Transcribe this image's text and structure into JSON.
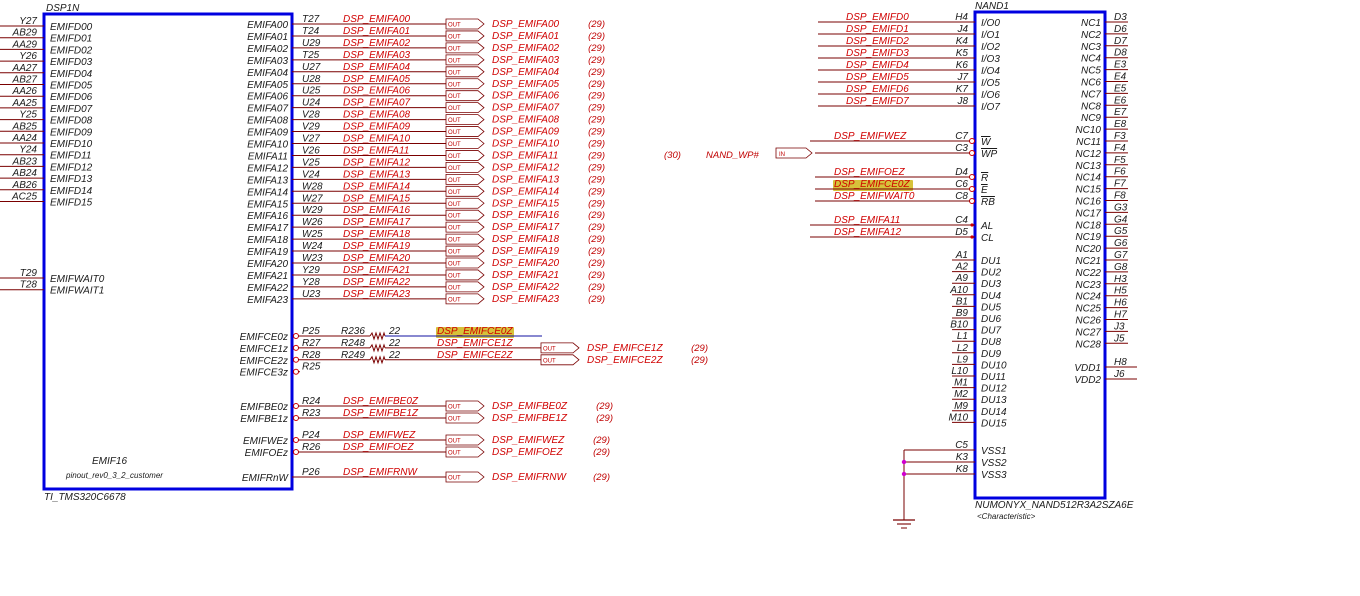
{
  "dsp": {
    "refdes": "DSP1N",
    "part": "TI_TMS320C6678",
    "subname": "EMIF16",
    "pinout": "pinout_rev0_3_2_customer",
    "left_pins": [
      {
        "num": "Y27",
        "name": "EMIFD00"
      },
      {
        "num": "AB29",
        "name": "EMIFD01"
      },
      {
        "num": "AA29",
        "name": "EMIFD02"
      },
      {
        "num": "Y26",
        "name": "EMIFD03"
      },
      {
        "num": "AA27",
        "name": "EMIFD04"
      },
      {
        "num": "AB27",
        "name": "EMIFD05"
      },
      {
        "num": "AA26",
        "name": "EMIFD06"
      },
      {
        "num": "AA25",
        "name": "EMIFD07"
      },
      {
        "num": "Y25",
        "name": "EMIFD08"
      },
      {
        "num": "AB25",
        "name": "EMIFD09"
      },
      {
        "num": "AA24",
        "name": "EMIFD10"
      },
      {
        "num": "Y24",
        "name": "EMIFD11"
      },
      {
        "num": "AB23",
        "name": "EMIFD12"
      },
      {
        "num": "AB24",
        "name": "EMIFD13"
      },
      {
        "num": "AB26",
        "name": "EMIFD14"
      },
      {
        "num": "AC25",
        "name": "EMIFD15"
      }
    ],
    "wait_pins": [
      {
        "num": "T29",
        "name": "EMIFWAIT0"
      },
      {
        "num": "T28",
        "name": "EMIFWAIT1"
      }
    ],
    "addr_pins": [
      {
        "num": "T27",
        "name": "EMIFA00",
        "net": "DSP_EMIFA00",
        "out": "DSP_EMIFA00",
        "page": "(29)"
      },
      {
        "num": "T24",
        "name": "EMIFA01",
        "net": "DSP_EMIFA01",
        "out": "DSP_EMIFA01",
        "page": "(29)"
      },
      {
        "num": "U29",
        "name": "EMIFA02",
        "net": "DSP_EMIFA02",
        "out": "DSP_EMIFA02",
        "page": "(29)"
      },
      {
        "num": "T25",
        "name": "EMIFA03",
        "net": "DSP_EMIFA03",
        "out": "DSP_EMIFA03",
        "page": "(29)"
      },
      {
        "num": "U27",
        "name": "EMIFA04",
        "net": "DSP_EMIFA04",
        "out": "DSP_EMIFA04",
        "page": "(29)"
      },
      {
        "num": "U28",
        "name": "EMIFA05",
        "net": "DSP_EMIFA05",
        "out": "DSP_EMIFA05",
        "page": "(29)"
      },
      {
        "num": "U25",
        "name": "EMIFA06",
        "net": "DSP_EMIFA06",
        "out": "DSP_EMIFA06",
        "page": "(29)"
      },
      {
        "num": "U24",
        "name": "EMIFA07",
        "net": "DSP_EMIFA07",
        "out": "DSP_EMIFA07",
        "page": "(29)"
      },
      {
        "num": "V28",
        "name": "EMIFA08",
        "net": "DSP_EMIFA08",
        "out": "DSP_EMIFA08",
        "page": "(29)"
      },
      {
        "num": "V29",
        "name": "EMIFA09",
        "net": "DSP_EMIFA09",
        "out": "DSP_EMIFA09",
        "page": "(29)"
      },
      {
        "num": "V27",
        "name": "EMIFA10",
        "net": "DSP_EMIFA10",
        "out": "DSP_EMIFA10",
        "page": "(29)"
      },
      {
        "num": "V26",
        "name": "EMIFA11",
        "net": "DSP_EMIFA11",
        "out": "DSP_EMIFA11",
        "page": "(29)"
      },
      {
        "num": "V25",
        "name": "EMIFA12",
        "net": "DSP_EMIFA12",
        "out": "DSP_EMIFA12",
        "page": "(29)"
      },
      {
        "num": "V24",
        "name": "EMIFA13",
        "net": "DSP_EMIFA13",
        "out": "DSP_EMIFA13",
        "page": "(29)"
      },
      {
        "num": "W28",
        "name": "EMIFA14",
        "net": "DSP_EMIFA14",
        "out": "DSP_EMIFA14",
        "page": "(29)"
      },
      {
        "num": "W27",
        "name": "EMIFA15",
        "net": "DSP_EMIFA15",
        "out": "DSP_EMIFA15",
        "page": "(29)"
      },
      {
        "num": "W29",
        "name": "EMIFA16",
        "net": "DSP_EMIFA16",
        "out": "DSP_EMIFA16",
        "page": "(29)"
      },
      {
        "num": "W26",
        "name": "EMIFA17",
        "net": "DSP_EMIFA17",
        "out": "DSP_EMIFA17",
        "page": "(29)"
      },
      {
        "num": "W25",
        "name": "EMIFA18",
        "net": "DSP_EMIFA18",
        "out": "DSP_EMIFA18",
        "page": "(29)"
      },
      {
        "num": "W24",
        "name": "EMIFA19",
        "net": "DSP_EMIFA19",
        "out": "DSP_EMIFA19",
        "page": "(29)"
      },
      {
        "num": "W23",
        "name": "EMIFA20",
        "net": "DSP_EMIFA20",
        "out": "DSP_EMIFA20",
        "page": "(29)"
      },
      {
        "num": "Y29",
        "name": "EMIFA21",
        "net": "DSP_EMIFA21",
        "out": "DSP_EMIFA21",
        "page": "(29)"
      },
      {
        "num": "Y28",
        "name": "EMIFA22",
        "net": "DSP_EMIFA22",
        "out": "DSP_EMIFA22",
        "page": "(29)"
      },
      {
        "num": "U23",
        "name": "EMIFA23",
        "net": "DSP_EMIFA23",
        "out": "DSP_EMIFA23",
        "page": "(29)"
      }
    ],
    "ce_pins": [
      {
        "num": "P25",
        "name": "EMIFCE0z",
        "res": "R236",
        "val": "22",
        "net": "DSP_EMIFCE0Z",
        "out": "",
        "page": "",
        "highlight": true
      },
      {
        "num": "R27",
        "name": "EMIFCE1z",
        "res": "R248",
        "val": "22",
        "net": "DSP_EMIFCE1Z",
        "out": "DSP_EMIFCE1Z",
        "page": "(29)",
        "highlight": false
      },
      {
        "num": "R28",
        "name": "EMIFCE2z",
        "res": "R249",
        "val": "22",
        "net": "DSP_EMIFCE2Z",
        "out": "DSP_EMIFCE2Z",
        "page": "(29)",
        "highlight": false
      },
      {
        "num": "R25",
        "name": "EMIFCE3z",
        "res": "",
        "val": "",
        "net": "",
        "out": "",
        "page": "",
        "highlight": false
      }
    ],
    "be_pins": [
      {
        "num": "R24",
        "name": "EMIFBE0z",
        "net": "DSP_EMIFBE0Z",
        "out": "DSP_EMIFBE0Z",
        "page": "(29)"
      },
      {
        "num": "R23",
        "name": "EMIFBE1z",
        "net": "DSP_EMIFBE1Z",
        "out": "DSP_EMIFBE1Z",
        "page": "(29)"
      }
    ],
    "ctl_pins": [
      {
        "num": "P24",
        "name": "EMIFWEz",
        "net": "DSP_EMIFWEZ",
        "out": "DSP_EMIFWEZ",
        "page": "(29)"
      },
      {
        "num": "R26",
        "name": "EMIFOEz",
        "net": "DSP_EMIFOEZ",
        "out": "DSP_EMIFOEZ",
        "page": "(29)"
      }
    ],
    "rnw_pin": {
      "num": "P26",
      "name": "EMIFRnW",
      "net": "DSP_EMIFRNW",
      "out": "DSP_EMIFRNW",
      "page": "(29)"
    }
  },
  "buffer_label": "OUT",
  "in_label": "IN",
  "nand": {
    "refdes": "NAND1",
    "part": "NUMONYX_NAND512R3A2SZA6E",
    "characteristic": "<Characteristic>",
    "io_pins": [
      {
        "net": "DSP_EMIFD0",
        "num": "H4",
        "name": "I/O0"
      },
      {
        "net": "DSP_EMIFD1",
        "num": "J4",
        "name": "I/O1"
      },
      {
        "net": "DSP_EMIFD2",
        "num": "K4",
        "name": "I/O2"
      },
      {
        "net": "DSP_EMIFD3",
        "num": "K5",
        "name": "I/O3"
      },
      {
        "net": "DSP_EMIFD4",
        "num": "K6",
        "name": "I/O4"
      },
      {
        "net": "DSP_EMIFD5",
        "num": "J7",
        "name": "I/O5"
      },
      {
        "net": "DSP_EMIFD6",
        "num": "K7",
        "name": "I/O6"
      },
      {
        "net": "DSP_EMIFD7",
        "num": "J8",
        "name": "I/O7"
      }
    ],
    "wp_group": [
      {
        "net": "DSP_EMIFWEZ",
        "num": "C7",
        "name": "W",
        "bar": true
      },
      {
        "net": "",
        "num": "C3",
        "name": "WP",
        "bar": true
      }
    ],
    "wp_net": {
      "page": "(30)",
      "name": "NAND_WP#"
    },
    "ctl_group": [
      {
        "net": "DSP_EMIFOEZ",
        "num": "D4",
        "name": "R",
        "bar": true,
        "highlight": false
      },
      {
        "net": "DSP_EMIFCE0Z",
        "num": "C6",
        "name": "E",
        "bar": true,
        "highlight": true
      },
      {
        "net": "DSP_EMIFWAIT0",
        "num": "C8",
        "name": "RB",
        "bar": true,
        "highlight": false
      }
    ],
    "latch_group": [
      {
        "net": "DSP_EMIFA11",
        "num": "C4",
        "name": "AL"
      },
      {
        "net": "DSP_EMIFA12",
        "num": "D5",
        "name": "CL"
      }
    ],
    "du_pins": [
      {
        "num": "A1",
        "name": "DU1"
      },
      {
        "num": "A2",
        "name": "DU2"
      },
      {
        "num": "A9",
        "name": "DU3"
      },
      {
        "num": "A10",
        "name": "DU4"
      },
      {
        "num": "B1",
        "name": "DU5"
      },
      {
        "num": "B9",
        "name": "DU6"
      },
      {
        "num": "B10",
        "name": "DU7"
      },
      {
        "num": "L1",
        "name": "DU8"
      },
      {
        "num": "L2",
        "name": "DU9"
      },
      {
        "num": "L9",
        "name": "DU10"
      },
      {
        "num": "L10",
        "name": "DU11"
      },
      {
        "num": "M1",
        "name": "DU12"
      },
      {
        "num": "M2",
        "name": "DU13"
      },
      {
        "num": "M9",
        "name": "DU14"
      },
      {
        "num": "M10",
        "name": "DU15"
      }
    ],
    "vss_pins": [
      {
        "num": "C5",
        "name": "VSS1"
      },
      {
        "num": "K3",
        "name": "VSS2"
      },
      {
        "num": "K8",
        "name": "VSS3"
      }
    ],
    "nc_pins": [
      {
        "num": "D3",
        "name": "NC1"
      },
      {
        "num": "D6",
        "name": "NC2"
      },
      {
        "num": "D7",
        "name": "NC3"
      },
      {
        "num": "D8",
        "name": "NC4"
      },
      {
        "num": "E3",
        "name": "NC5"
      },
      {
        "num": "E4",
        "name": "NC6"
      },
      {
        "num": "E5",
        "name": "NC7"
      },
      {
        "num": "E6",
        "name": "NC8"
      },
      {
        "num": "E7",
        "name": "NC9"
      },
      {
        "num": "E8",
        "name": "NC10"
      },
      {
        "num": "F3",
        "name": "NC11"
      },
      {
        "num": "F4",
        "name": "NC12"
      },
      {
        "num": "F5",
        "name": "NC13"
      },
      {
        "num": "F6",
        "name": "NC14"
      },
      {
        "num": "F7",
        "name": "NC15"
      },
      {
        "num": "F8",
        "name": "NC16"
      },
      {
        "num": "G3",
        "name": "NC17"
      },
      {
        "num": "G4",
        "name": "NC18"
      },
      {
        "num": "G5",
        "name": "NC19"
      },
      {
        "num": "G6",
        "name": "NC20"
      },
      {
        "num": "G7",
        "name": "NC21"
      },
      {
        "num": "G8",
        "name": "NC22"
      },
      {
        "num": "H3",
        "name": "NC23"
      },
      {
        "num": "H5",
        "name": "NC24"
      },
      {
        "num": "H6",
        "name": "NC25"
      },
      {
        "num": "H7",
        "name": "NC26"
      },
      {
        "num": "J3",
        "name": "NC27"
      },
      {
        "num": "J5",
        "name": "NC28"
      }
    ],
    "vdd_pins": [
      {
        "num": "H8",
        "name": "VDD1"
      },
      {
        "num": "J6",
        "name": "VDD2"
      }
    ]
  },
  "colors": {
    "body_outline": "#0000e0",
    "pin_line": "#7a0000",
    "net_text": "#d00000",
    "pin_text": "#1a1a1a",
    "highlight": "#d6c23a",
    "junction": "#d000d0",
    "bubble": "#d00000"
  }
}
